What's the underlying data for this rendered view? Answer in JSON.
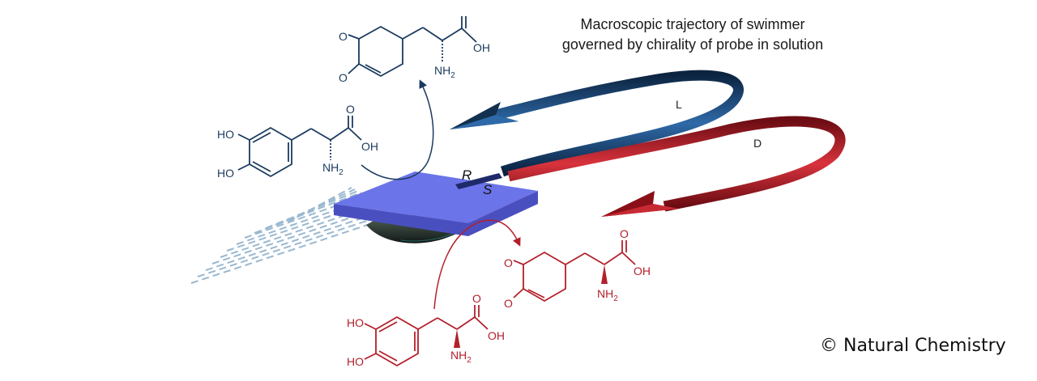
{
  "caption": {
    "line1": "Macroscopic trajectory of swimmer",
    "line2": "governed by chirality of probe in solution"
  },
  "labels": {
    "L": "L",
    "D": "D",
    "R": "R",
    "S": "S"
  },
  "molecules": {
    "l_quinone": {
      "O_top": "O",
      "O_bottom": "O",
      "OH": "OH",
      "NH2": "NH",
      "NH2_sub": "2"
    },
    "l_dopa": {
      "HO_top": "HO",
      "HO_bottom": "HO",
      "O": "O",
      "OH": "OH",
      "NH2": "NH",
      "NH2_sub": "2"
    },
    "d_quinone": {
      "O_top": "O",
      "O_bottom": "O",
      "O_acid": "O",
      "OH": "OH",
      "NH2": "NH",
      "NH2_sub": "2"
    },
    "d_dopa": {
      "HO_top": "HO",
      "HO_bottom": "HO",
      "O": "O",
      "OH": "OH",
      "NH2": "NH",
      "NH2_sub": "2"
    }
  },
  "credit": "© Natural Chemistry",
  "colors": {
    "navy": "#1b3a5e",
    "red": "#b3202b",
    "plate_top": "#6b74e8",
    "plate_side": "#4a4fc0",
    "orange_layer": "#c8703a",
    "bubbles": "#9ab8d0"
  }
}
